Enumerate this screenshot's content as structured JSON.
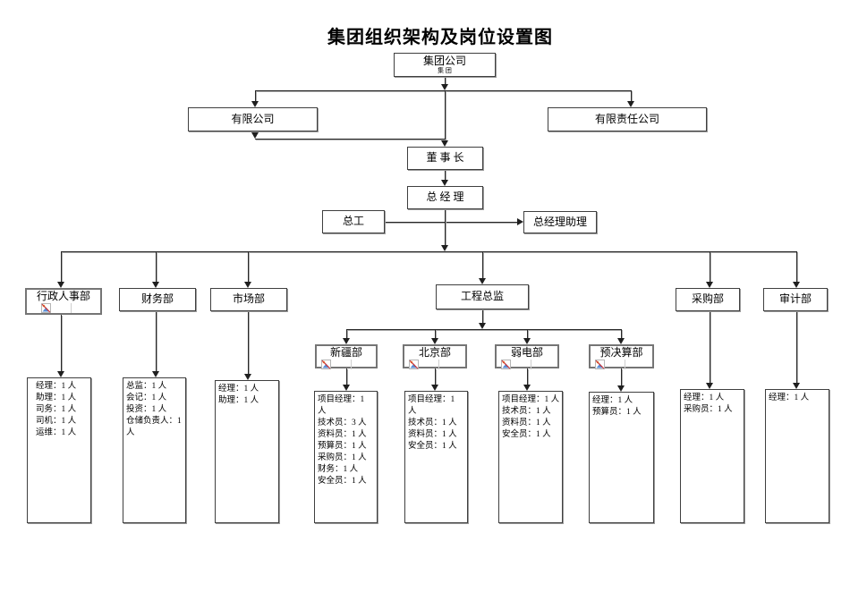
{
  "title": "集团组织架构及岗位设置图",
  "nodes": {
    "group_company": {
      "label": "集团公司",
      "sublabel": "集 团"
    },
    "limited_company": {
      "label": "有限公司"
    },
    "limited_liability_company": {
      "label": "有限责任公司"
    },
    "chairman": {
      "label": "董 事 长"
    },
    "general_manager": {
      "label": "总 经 理"
    },
    "chief_engineer": {
      "label": "总工"
    },
    "gm_assistant": {
      "label": "总经理助理"
    },
    "admin_hr_dept": {
      "label": "行政人事部"
    },
    "finance_dept": {
      "label": "财务部"
    },
    "marketing_dept": {
      "label": "市场部"
    },
    "engineering_director": {
      "label": "工程总监"
    },
    "procurement_dept": {
      "label": "采购部"
    },
    "audit_dept": {
      "label": "审计部"
    },
    "xinjiang_dept": {
      "label": "新疆部"
    },
    "beijing_dept": {
      "label": "北京部"
    },
    "weak_current_dept": {
      "label": "弱电部"
    },
    "budget_final_dept": {
      "label": "预决算部"
    }
  },
  "staff_lists": {
    "admin_hr": [
      "经理：1 人",
      "助理：1 人",
      "司务：1 人",
      "司机：1 人",
      "运维：1 人"
    ],
    "finance": [
      "总监：1 人",
      "会记：1 人",
      "投资：1 人",
      "仓储负责人：1 人"
    ],
    "marketing": [
      "经理：1 人",
      "助理：1 人"
    ],
    "xinjiang": [
      "项目经理：1 人",
      "技术员：3 人",
      "资料员：1 人",
      "预算员：1 人",
      "采购员：1 人",
      "财务：1 人",
      "安全员：1 人"
    ],
    "beijing": [
      "项目经理：1 人",
      "技术员：1 人",
      "资料员：1 人",
      "安全员：1 人"
    ],
    "weak_current": [
      "项目经理：1 人",
      "技术员：1 人",
      "资料员：1 人",
      "安全员：1 人"
    ],
    "budget_final": [
      "经理：1 人",
      "预算员：1 人"
    ],
    "procurement": [
      "经理：1 人",
      "采购员：1 人"
    ],
    "audit": [
      "经理：1 人"
    ]
  },
  "icons": {
    "broken_image": "broken-image-placeholder"
  },
  "colors": {
    "line": "#262626",
    "box_border": "#3f3f3f",
    "icon_orange": "#f2a33c",
    "icon_blue": "#5b8fd6",
    "icon_red": "#cc3333"
  }
}
